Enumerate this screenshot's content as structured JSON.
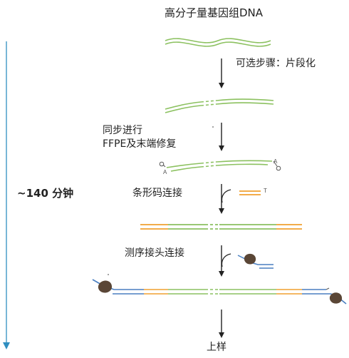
{
  "title": "高分子量基因组DNA",
  "steps": {
    "fragmentation": "可选步骤：片段化",
    "ffpe_line1": "同步进行",
    "ffpe_line2": "FFPE及末端修复",
    "barcode": "条形码连接",
    "adapter": "测序接头连接",
    "load": "上样"
  },
  "timeline": {
    "duration": "~140 分钟"
  },
  "markers": {
    "a_left": "A",
    "a_right": "A",
    "t_end": "T"
  },
  "colors": {
    "dna": "#8cc160",
    "barcode": "#f0a030",
    "adapter_strand": "#4a7fc1",
    "motor": "#5a4636",
    "timeline": "#2f8ec0",
    "arrow": "#222222"
  },
  "icons": [
    "down-arrow-icon",
    "hook-arrow-icon",
    "motor-protein-icon",
    "phosphate-icon"
  ]
}
